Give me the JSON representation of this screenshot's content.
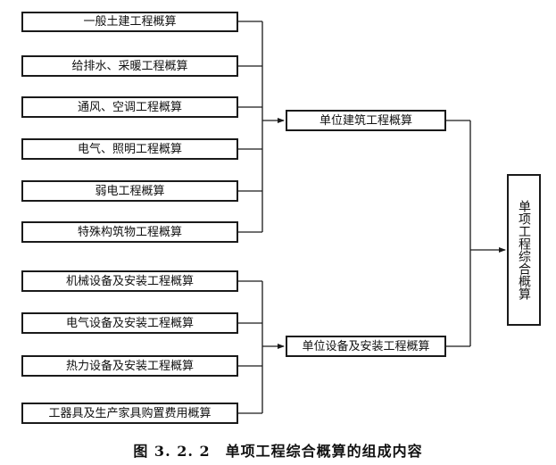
{
  "group1": {
    "items": [
      "一般土建工程概算",
      "给排水、采暖工程概算",
      "通风、空调工程概算",
      "电气、照明工程概算",
      "弱电工程概算",
      "特殊构筑物工程概算"
    ],
    "target": "单位建筑工程概算"
  },
  "group2": {
    "items": [
      "机械设备及安装工程概算",
      "电气设备及安装工程概算",
      "热力设备及安装工程概算",
      "工器具及生产家具购置费用概算"
    ],
    "target": "单位设备及安装工程概算"
  },
  "final": {
    "label": "单项工程综合概算"
  },
  "caption": "图 3. 2. 2　单项工程综合概算的组成内容"
}
